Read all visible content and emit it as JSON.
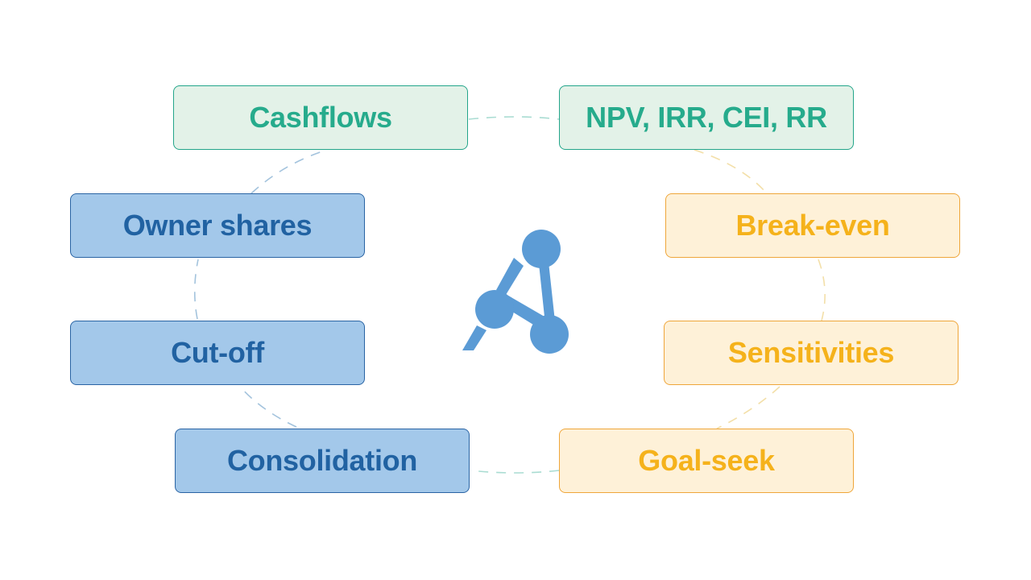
{
  "diagram": {
    "title": "",
    "center_logo": "network-a-logo-icon",
    "colors": {
      "green_text": "#26ab8c",
      "green_fill": "#e3f2e8",
      "blue_text": "#2162a2",
      "blue_fill": "#a3c8ea",
      "amber_text": "#f5b21b",
      "amber_fill": "#fef1d8",
      "logo": "#5b9bd5"
    },
    "nodes": [
      {
        "id": "cashflows",
        "label": "Cashflows",
        "group": "green"
      },
      {
        "id": "metrics",
        "label": "NPV, IRR, CEI, RR",
        "group": "green"
      },
      {
        "id": "break-even",
        "label": "Break-even",
        "group": "amber"
      },
      {
        "id": "sensitivities",
        "label": "Sensitivities",
        "group": "amber"
      },
      {
        "id": "goal-seek",
        "label": "Goal-seek",
        "group": "amber"
      },
      {
        "id": "consolidation",
        "label": "Consolidation",
        "group": "blue"
      },
      {
        "id": "cut-off",
        "label": "Cut-off",
        "group": "blue"
      },
      {
        "id": "owner-shares",
        "label": "Owner shares",
        "group": "blue"
      }
    ],
    "edges": [
      {
        "from": "cashflows",
        "to": "metrics",
        "style": "dashed"
      },
      {
        "from": "metrics",
        "to": "break-even",
        "style": "dashed"
      },
      {
        "from": "break-even",
        "to": "sensitivities",
        "style": "dashed"
      },
      {
        "from": "sensitivities",
        "to": "goal-seek",
        "style": "dashed"
      },
      {
        "from": "goal-seek",
        "to": "consolidation",
        "style": "dashed"
      },
      {
        "from": "consolidation",
        "to": "cut-off",
        "style": "dashed"
      },
      {
        "from": "cut-off",
        "to": "owner-shares",
        "style": "dashed"
      },
      {
        "from": "owner-shares",
        "to": "cashflows",
        "style": "dashed"
      }
    ]
  }
}
